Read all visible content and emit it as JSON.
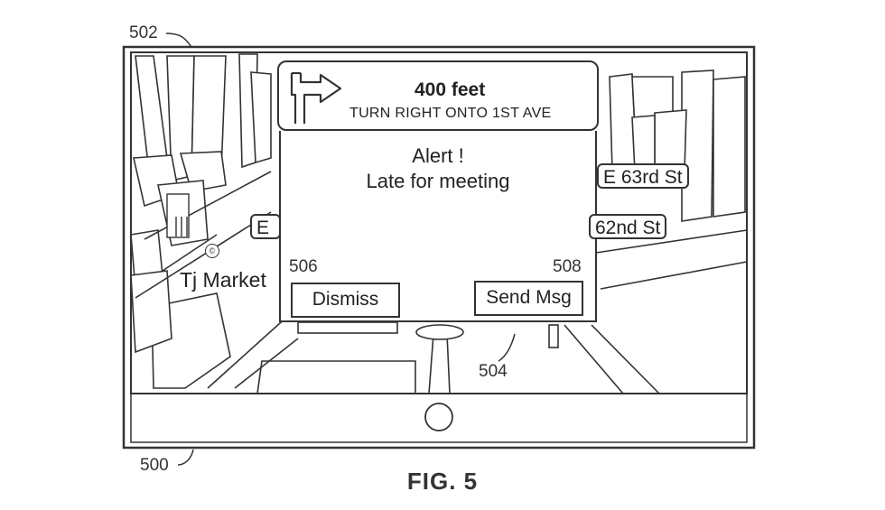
{
  "navigation": {
    "distance": "400 feet",
    "instruction": "TURN RIGHT ONTO 1ST AVE",
    "turn_icon": "turn-right-arrow-icon"
  },
  "alert": {
    "title": "Alert !",
    "message": "Late for meeting",
    "dismiss_label": "Dismiss",
    "send_label": "Send Msg"
  },
  "map": {
    "streets": [
      "E 63rd St",
      "62nd St",
      "E"
    ],
    "poi": "Tj Market",
    "poi_icon": "map-pin-icon"
  },
  "reference_numerals": {
    "device": "500",
    "display": "502",
    "map_view": "504",
    "dismiss": "506",
    "send": "508"
  },
  "caption": "FIG. 5"
}
